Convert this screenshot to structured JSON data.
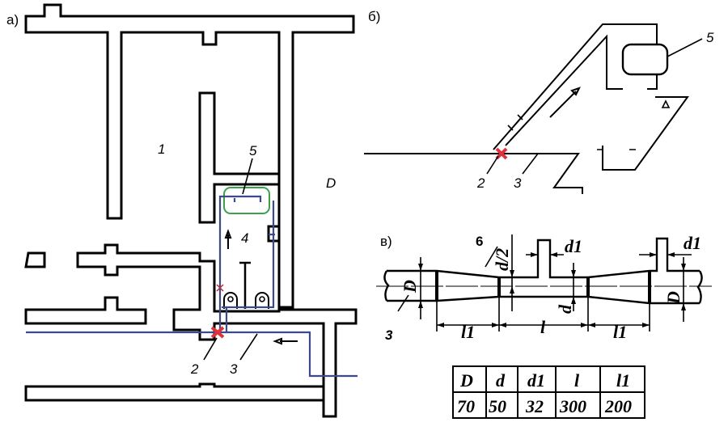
{
  "panels": {
    "a": {
      "label": "а)",
      "callouts": {
        "room_1": "1",
        "room_d": "D",
        "item_5": "5",
        "room_4": "4",
        "item_2": "2",
        "item_3": "3"
      }
    },
    "b": {
      "label": "б)",
      "callouts": {
        "item_5": "5",
        "item_2": "2",
        "item_3": "3"
      }
    },
    "c": {
      "label": "в)",
      "callouts": {
        "item_6": "6",
        "item_3": "3"
      },
      "dimensions": {
        "D_left": "D",
        "D_right": "D",
        "d_half": "d/2",
        "d": "d",
        "d1_left": "d1",
        "d1_right": "d1",
        "l1_left": "l1",
        "l": "l",
        "l1_right": "l1"
      }
    },
    "table": {
      "headers": [
        "D",
        "d",
        "d1",
        "l",
        "l1"
      ],
      "values": [
        "70",
        "50",
        "32",
        "300",
        "200"
      ]
    }
  },
  "colors": {
    "pipe": "#3c4a8c",
    "valve": "#e0303a",
    "fixture": "#3aa34a",
    "walls": "#000000"
  }
}
